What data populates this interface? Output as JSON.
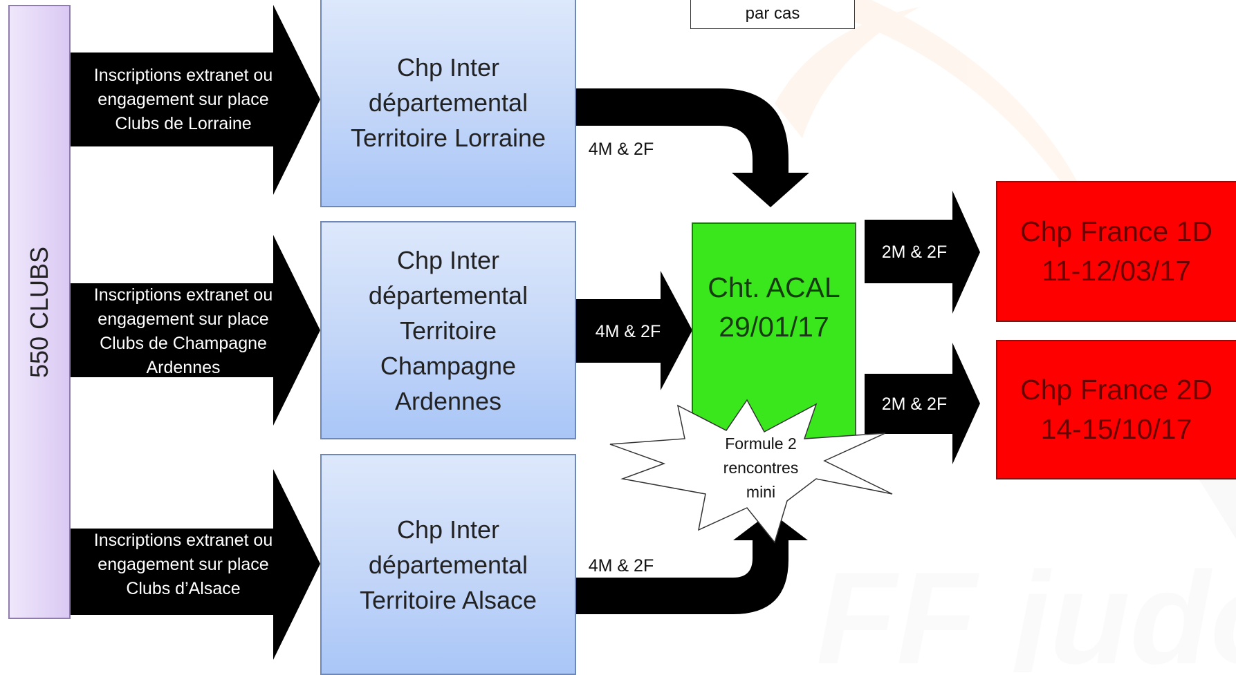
{
  "clubs": {
    "label": "550 CLUBS"
  },
  "top_note": {
    "text": "par cas"
  },
  "inscription_arrows": [
    {
      "lines": [
        "Inscriptions extranet ou",
        "engagement sur place",
        "Clubs de Lorraine"
      ]
    },
    {
      "lines": [
        "Inscriptions extranet ou",
        "engagement sur place",
        "Clubs de Champagne",
        "Ardennes"
      ]
    },
    {
      "lines": [
        "Inscriptions extranet ou",
        "engagement sur place",
        "Clubs d’Alsace"
      ]
    }
  ],
  "championships": [
    {
      "lines": [
        "Chp Inter",
        "départemental",
        "Territoire Lorraine"
      ],
      "quota": "4M & 2F"
    },
    {
      "lines": [
        "Chp Inter",
        "départemental",
        "Territoire",
        "Champagne",
        "Ardennes"
      ],
      "quota": "4M & 2F"
    },
    {
      "lines": [
        "Chp Inter",
        "départemental",
        "Territoire Alsace"
      ],
      "quota": "4M & 2F"
    }
  ],
  "acal": {
    "lines": [
      "Cht. ACAL",
      "29/01/17"
    ]
  },
  "formule": {
    "lines": [
      "Formule 2",
      "rencontres",
      "mini"
    ]
  },
  "france": [
    {
      "lines": [
        "Chp France 1D",
        "11-12/03/17"
      ],
      "quota": "2M & 2F"
    },
    {
      "lines": [
        "Chp France 2D",
        "14-15/10/17"
      ],
      "quota": "2M & 2F"
    }
  ],
  "colors": {
    "blue_box": "#c3d6f8",
    "purple_box": "#dac9f3",
    "green_box": "#3ae61c",
    "red_box": "#ff0000",
    "arrow": "#000000"
  }
}
